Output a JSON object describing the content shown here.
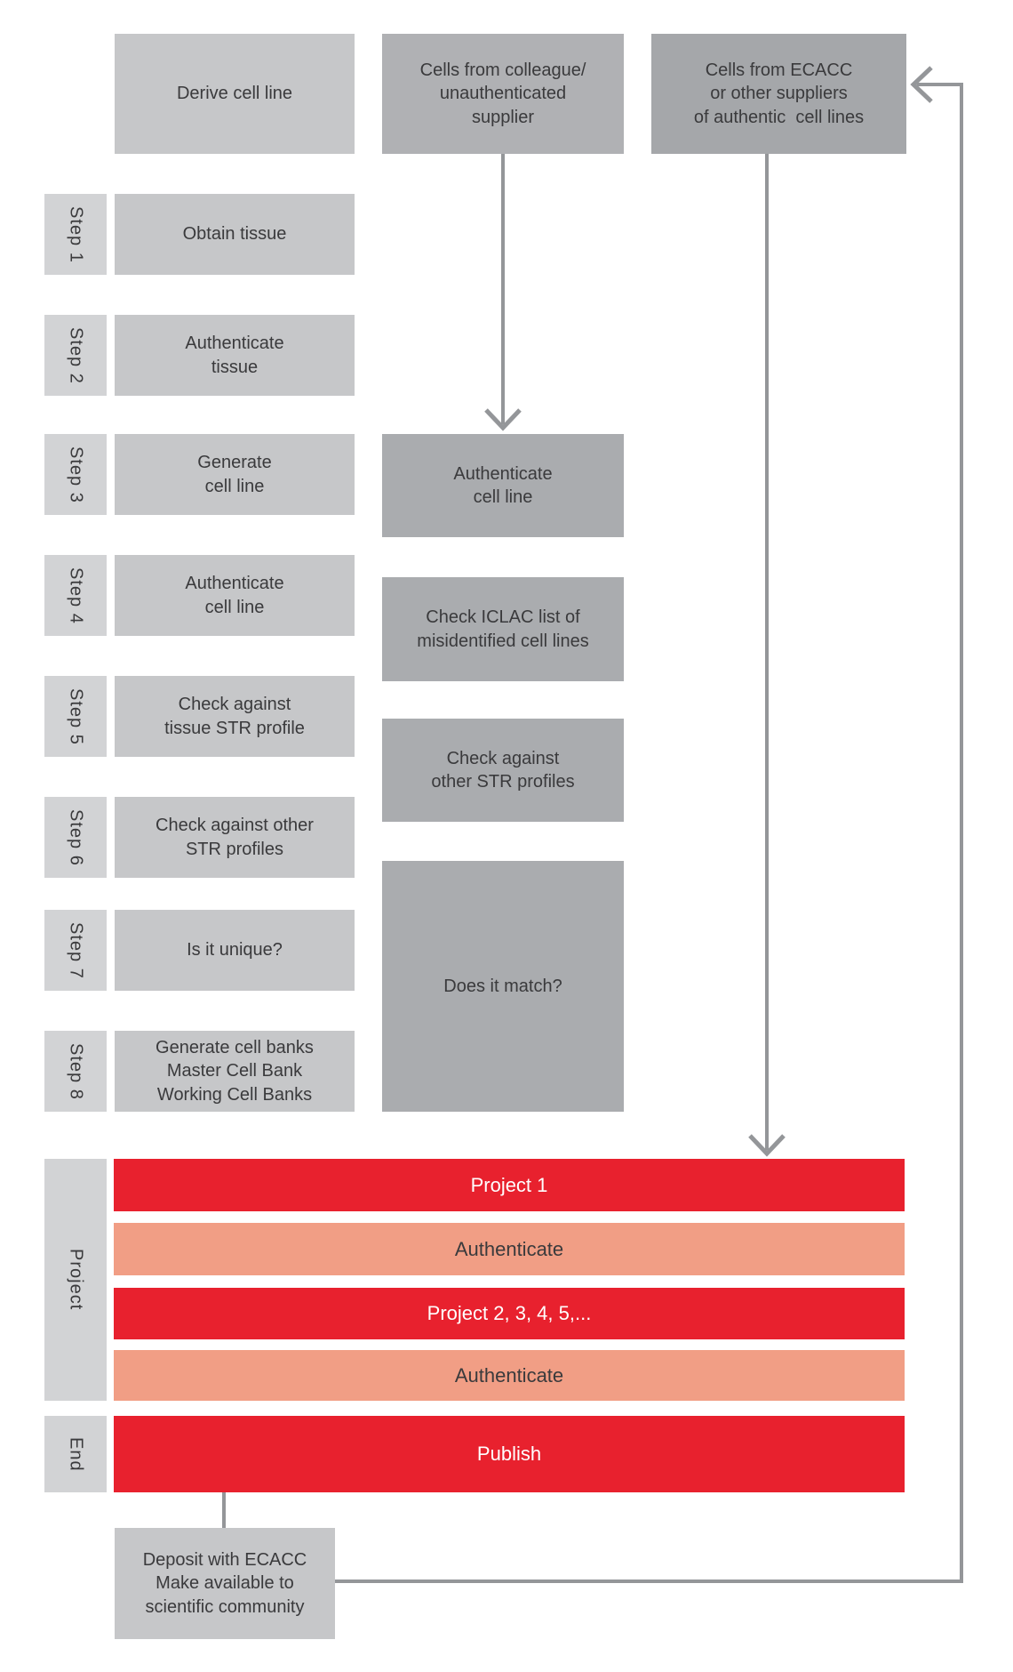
{
  "colors": {
    "label_box": "#d2d3d5",
    "light_box": "#c6c7c9",
    "mid_box": "#b0b1b4",
    "column_box": "#aaacaf",
    "dark_box": "#a5a7aa",
    "red": "#e8212e",
    "salmon": "#f19e85",
    "line": "#949699",
    "text": "#3a3a3c",
    "bar_text_light": "#ffffff"
  },
  "top_row": {
    "derive": "Derive cell line",
    "colleague": "Cells from colleague/\nunauthenticated\nsupplier",
    "ecacc": "Cells from ECACC\nor other suppliers\nof authentic  cell lines"
  },
  "steps": [
    {
      "label": "Step 1",
      "box": "Obtain tissue"
    },
    {
      "label": "Step 2",
      "box": "Authenticate\ntissue"
    },
    {
      "label": "Step 3",
      "box": "Generate\ncell line"
    },
    {
      "label": "Step 4",
      "box": "Authenticate\ncell line"
    },
    {
      "label": "Step 5",
      "box": "Check against\ntissue STR profile"
    },
    {
      "label": "Step 6",
      "box": "Check against other\nSTR profiles"
    },
    {
      "label": "Step 7",
      "box": "Is it unique?"
    },
    {
      "label": "Step 8",
      "box": "Generate cell banks\nMaster Cell Bank\nWorking Cell Banks"
    }
  ],
  "middle_column": [
    {
      "label": "Authenticate\ncell line"
    },
    {
      "label": "Check ICLAC list of\nmisidentified cell lines"
    },
    {
      "label": "Check against\nother STR profiles"
    },
    {
      "label": "Does it match?"
    }
  ],
  "project_section": {
    "label": "Project",
    "bars": [
      {
        "label": "Project 1",
        "variant": "red"
      },
      {
        "label": "Authenticate",
        "variant": "salmon"
      },
      {
        "label": "Project 2, 3, 4, 5,...",
        "variant": "red"
      },
      {
        "label": "Authenticate",
        "variant": "salmon"
      }
    ]
  },
  "end_section": {
    "label": "End",
    "bar": "Publish"
  },
  "deposit": "Deposit with ECACC\nMake available to\nscientific community"
}
